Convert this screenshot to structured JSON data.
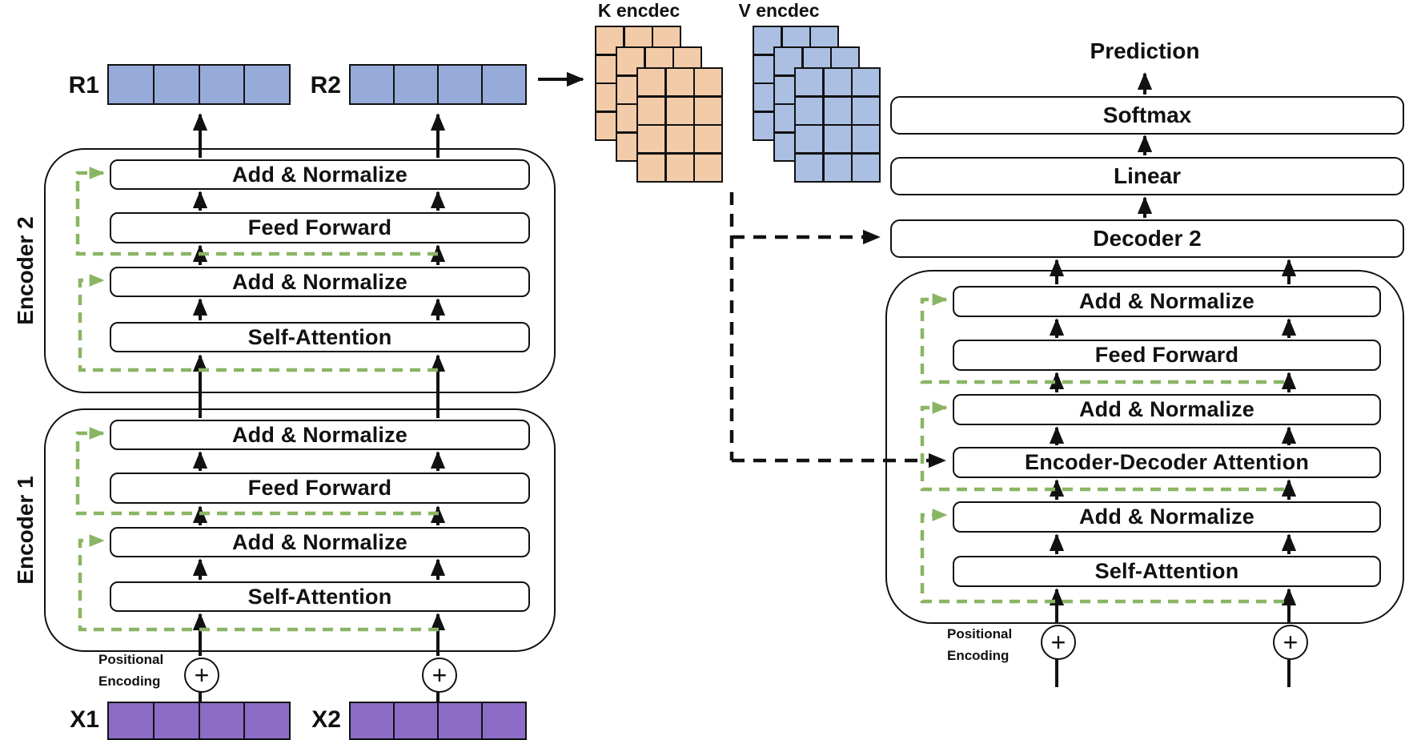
{
  "title": "Transformer encoder-decoder architecture diagram",
  "colors": {
    "token_blue": "#96abd9",
    "token_purple": "#8c6cc6",
    "matrix_orange": "#f2cba8",
    "matrix_blue": "#abbfe3",
    "residual_green": "#8ab564",
    "line_black": "#111111"
  },
  "encoder_outputs": {
    "r1_label": "R1",
    "r2_label": "R2",
    "cells_per_token": 4
  },
  "inputs": {
    "x1_label": "X1",
    "x2_label": "X2"
  },
  "encoder2": {
    "title": "Encoder 2",
    "layers": [
      "Add & Normalize",
      "Feed Forward",
      "Add & Normalize",
      "Self-Attention"
    ]
  },
  "encoder1": {
    "title": "Encoder 1",
    "layers": [
      "Add & Normalize",
      "Feed Forward",
      "Add & Normalize",
      "Self-Attention"
    ]
  },
  "positional_encoding": {
    "line1": "Positional",
    "line2": "Encoding"
  },
  "kv_matrices": {
    "k_label": "K encdec",
    "v_label": "V encdec",
    "grid_rows": 4,
    "grid_cols": 3,
    "stack_count": 3
  },
  "decoder": {
    "layers": [
      "Add & Normalize",
      "Feed Forward",
      "Add & Normalize",
      "Encoder-Decoder Attention",
      "Add & Normalize",
      "Self-Attention"
    ]
  },
  "output_head": {
    "prediction_label": "Prediction",
    "softmax_label": "Softmax",
    "linear_label": "Linear",
    "decoder2_label": "Decoder 2"
  },
  "plus_symbol": "+"
}
